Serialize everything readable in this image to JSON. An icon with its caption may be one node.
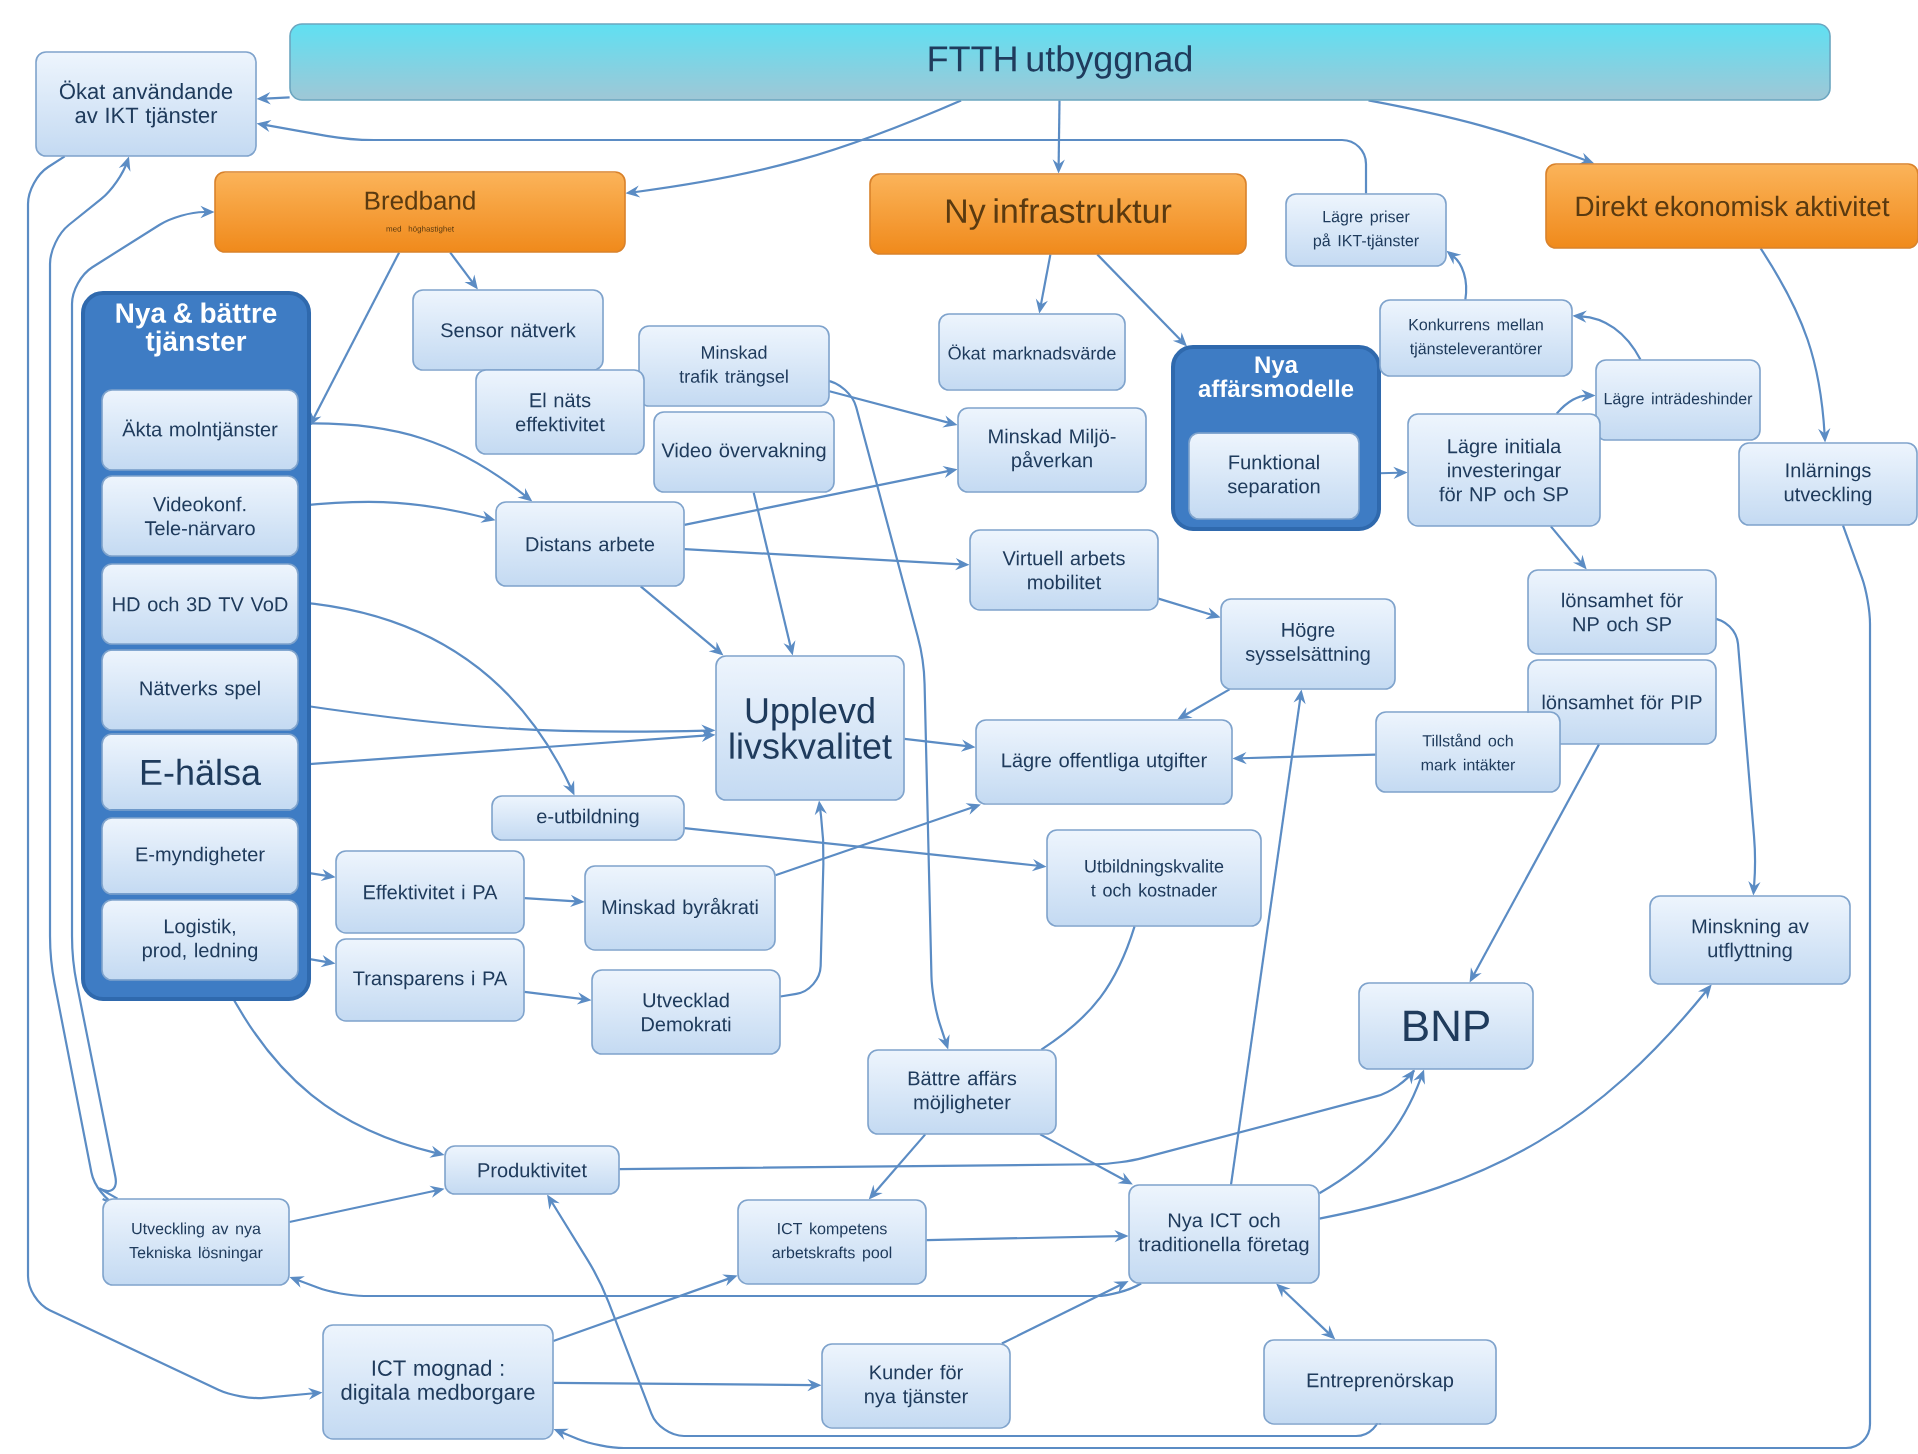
{
  "diagram": {
    "nodes": [
      {
        "text": [
          "FTTH utbyggnad"
        ]
      },
      {
        "text": [
          "Ökat användande av IKT tjänster"
        ]
      },
      {
        "text": [
          "Bredband",
          "med höghastighet"
        ]
      },
      {
        "text": [
          "Ny infrastruktur"
        ]
      },
      {
        "text": [
          "Lägre priser på IKT-tjänster"
        ]
      },
      {
        "text": [
          "Direkt ekonomisk aktivitet"
        ]
      },
      {
        "text": [
          "Nya & bättre tjänster"
        ]
      },
      {
        "text": [
          "Äkta molntjänster"
        ],
        "in": 6
      },
      {
        "text": [
          "Videokonf. Tele-närvaro"
        ],
        "in": 6
      },
      {
        "text": [
          "HD och 3D TV VoD"
        ],
        "in": 6
      },
      {
        "text": [
          "Nätverks spel"
        ],
        "in": 6
      },
      {
        "text": [
          "E-hälsa"
        ],
        "in": 6
      },
      {
        "text": [
          "E-myndigheter"
        ],
        "in": 6
      },
      {
        "text": [
          "Logistik, prod, ledning"
        ],
        "in": 6
      },
      {
        "text": [
          "Sensor nätverk"
        ]
      },
      {
        "text": [
          "Minskad trafik trängsel"
        ]
      },
      {
        "text": [
          "El näts effektivitet"
        ]
      },
      {
        "text": [
          "Video övervakning"
        ]
      },
      {
        "text": [
          "Ökat marknadsvärde"
        ]
      },
      {
        "text": [
          "Nya affärsmodelle"
        ]
      },
      {
        "text": [
          "Funktional separation"
        ],
        "in": 19
      },
      {
        "text": [
          "Konkurrens mellan tjänsteleverantörer"
        ]
      },
      {
        "text": [
          "Lägre inträdeshinder"
        ]
      },
      {
        "text": [
          "Lägre initiala investeringar för NP och SP"
        ]
      },
      {
        "text": [
          "Inlärnings utveckling"
        ]
      },
      {
        "text": [
          "Minskad Miljö-påverkan"
        ]
      },
      {
        "text": [
          "Distans arbete"
        ]
      },
      {
        "text": [
          "Virtuell arbets mobilitet"
        ]
      },
      {
        "text": [
          "Högre sysselsättning"
        ]
      },
      {
        "text": [
          "lönsamhet för NP och SP"
        ]
      },
      {
        "text": [
          "lönsamhet för PIP"
        ]
      },
      {
        "text": [
          "Upplevd livskvalitet"
        ]
      },
      {
        "text": [
          "Lägre offentliga utgifter"
        ]
      },
      {
        "text": [
          "Tillstånd och mark intäkter"
        ]
      },
      {
        "text": [
          "e-utbildning"
        ]
      },
      {
        "text": [
          "Effektivitet i PA"
        ]
      },
      {
        "text": [
          "Transparens i PA"
        ]
      },
      {
        "text": [
          "Minskad byråkrati"
        ]
      },
      {
        "text": [
          "Utvecklad Demokrati"
        ]
      },
      {
        "text": [
          "Utbildningskvalite t och kostnader"
        ]
      },
      {
        "text": [
          "Minskning av utflyttning"
        ]
      },
      {
        "text": [
          "BNP"
        ]
      },
      {
        "text": [
          "Bättre affärs möjligheter"
        ]
      },
      {
        "text": [
          "Produktivitet"
        ]
      },
      {
        "text": [
          "Utveckling av nya Tekniska lösningar"
        ]
      },
      {
        "text": [
          "ICT kompetens arbetskrafts pool"
        ]
      },
      {
        "text": [
          "Nya ICT och traditionella företag"
        ]
      },
      {
        "text": [
          "ICT mognad : digitala medborgare"
        ]
      },
      {
        "text": [
          "Kunder för nya tjänster"
        ]
      },
      {
        "text": [
          "Entreprenörskap"
        ]
      }
    ],
    "edges": [
      {
        "from": 0,
        "to": 1,
        "arrow": "to"
      },
      {
        "from": 0,
        "to": 2,
        "arrow": "to"
      },
      {
        "from": 0,
        "to": 3,
        "arrow": "to"
      },
      {
        "from": 0,
        "to": 5,
        "arrow": "to"
      },
      {
        "from": 4,
        "to": 1,
        "arrow": "to"
      },
      {
        "from": 2,
        "to": 6,
        "arrow": "to"
      },
      {
        "from": 2,
        "to": 14,
        "arrow": "to"
      },
      {
        "from": 3,
        "to": 18,
        "arrow": "to"
      },
      {
        "from": 3,
        "to": 19,
        "arrow": "to"
      },
      {
        "from": 21,
        "to": 4,
        "arrow": "to"
      },
      {
        "from": 22,
        "to": 21,
        "arrow": "to"
      },
      {
        "from": 23,
        "to": 22,
        "arrow": "to"
      },
      {
        "from": 20,
        "to": 23,
        "arrow": "to"
      },
      {
        "from": 23,
        "to": 29,
        "arrow": "to"
      },
      {
        "from": 5,
        "to": 24,
        "arrow": "to"
      },
      {
        "from": 15,
        "to": 25,
        "arrow": "to"
      },
      {
        "from": 26,
        "to": 25,
        "arrow": "to"
      },
      {
        "from": 26,
        "to": 27,
        "arrow": "to"
      },
      {
        "from": 26,
        "to": 31,
        "arrow": "to"
      },
      {
        "from": 17,
        "to": 31,
        "arrow": "to"
      },
      {
        "from": 11,
        "to": 31,
        "arrow": "to"
      },
      {
        "from": 7,
        "to": 26,
        "arrow": "to"
      },
      {
        "from": 8,
        "to": 26,
        "arrow": "to"
      },
      {
        "from": 10,
        "to": 31,
        "arrow": "to"
      },
      {
        "from": 27,
        "to": 28,
        "arrow": "to"
      },
      {
        "from": 28,
        "to": 32,
        "arrow": "to"
      },
      {
        "from": 33,
        "to": 32,
        "arrow": "to"
      },
      {
        "from": 31,
        "to": 32,
        "arrow": "to"
      },
      {
        "from": 34,
        "to": 39,
        "arrow": "to"
      },
      {
        "from": 12,
        "to": 35,
        "arrow": "to"
      },
      {
        "from": 13,
        "to": 36,
        "arrow": "to"
      },
      {
        "from": 35,
        "to": 37,
        "arrow": "to"
      },
      {
        "from": 36,
        "to": 38,
        "arrow": "to"
      },
      {
        "from": 37,
        "to": 32,
        "arrow": "to"
      },
      {
        "from": 38,
        "to": 31,
        "arrow": "to"
      },
      {
        "from": 15,
        "to": 42,
        "arrow": "to"
      },
      {
        "from": 39,
        "to": 42,
        "arrow": "none"
      },
      {
        "from": 42,
        "to": 45,
        "arrow": "to"
      },
      {
        "from": 42,
        "to": 46,
        "arrow": "to"
      },
      {
        "from": 45,
        "to": 46,
        "arrow": "to"
      },
      {
        "from": 48,
        "to": 46,
        "arrow": "to"
      },
      {
        "from": 47,
        "to": 48,
        "arrow": "to"
      },
      {
        "from": 47,
        "to": 45,
        "arrow": "to"
      },
      {
        "from": 46,
        "to": 49,
        "arrow": "both"
      },
      {
        "from": 46,
        "to": 41,
        "arrow": "to"
      },
      {
        "from": 46,
        "to": 40,
        "arrow": "to"
      },
      {
        "from": 43,
        "to": 41,
        "arrow": "to"
      },
      {
        "from": 46,
        "to": 44,
        "arrow": "to"
      },
      {
        "from": 49,
        "to": 43,
        "arrow": "to"
      },
      {
        "from": 44,
        "to": 43,
        "arrow": "to"
      },
      {
        "from": 30,
        "to": 41,
        "arrow": "to"
      },
      {
        "from": 29,
        "to": 40,
        "arrow": "to"
      },
      {
        "from": 24,
        "to": 47,
        "arrow": "to"
      },
      {
        "from": 13,
        "to": 43,
        "arrow": "to"
      },
      {
        "from": 1,
        "to": 47,
        "arrow": "to"
      },
      {
        "from": 44,
        "to": 1,
        "arrow": "to"
      },
      {
        "from": 44,
        "to": 2,
        "arrow": "to"
      },
      {
        "from": 46,
        "to": 28,
        "arrow": "to"
      },
      {
        "from": 9,
        "to": 34,
        "arrow": "to"
      }
    ]
  }
}
